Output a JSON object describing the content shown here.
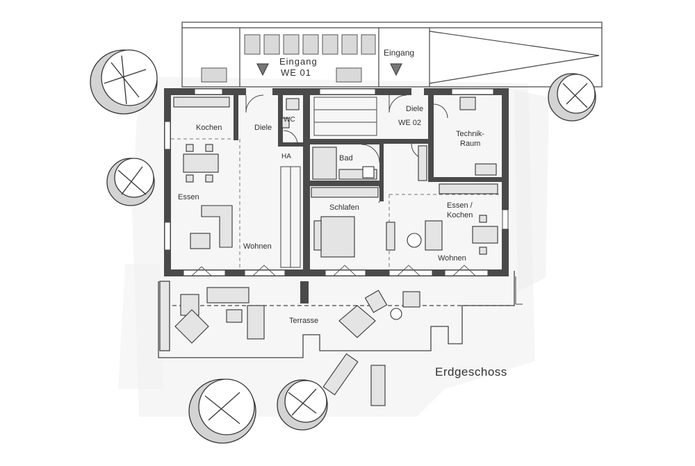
{
  "plan": {
    "title": "Erdgeschoss",
    "entrances": {
      "left": "Eingang",
      "left_unit": "WE 01",
      "right": "Eingang"
    },
    "rooms": {
      "kochen": "Kochen",
      "diele_1": "Diele",
      "wc": "WC",
      "ha": "HA",
      "essen": "Essen",
      "wohnen_1": "Wohnen",
      "bad": "Bad",
      "schlafen": "Schlafen",
      "diele_2": "Diele",
      "we_02": "WE 02",
      "technik_1": "Technik-",
      "technik_2": "Raum",
      "essen_kochen_1": "Essen /",
      "essen_kochen_2": "Kochen",
      "wohnen_2": "Wohnen",
      "terrasse": "Terrasse"
    }
  }
}
